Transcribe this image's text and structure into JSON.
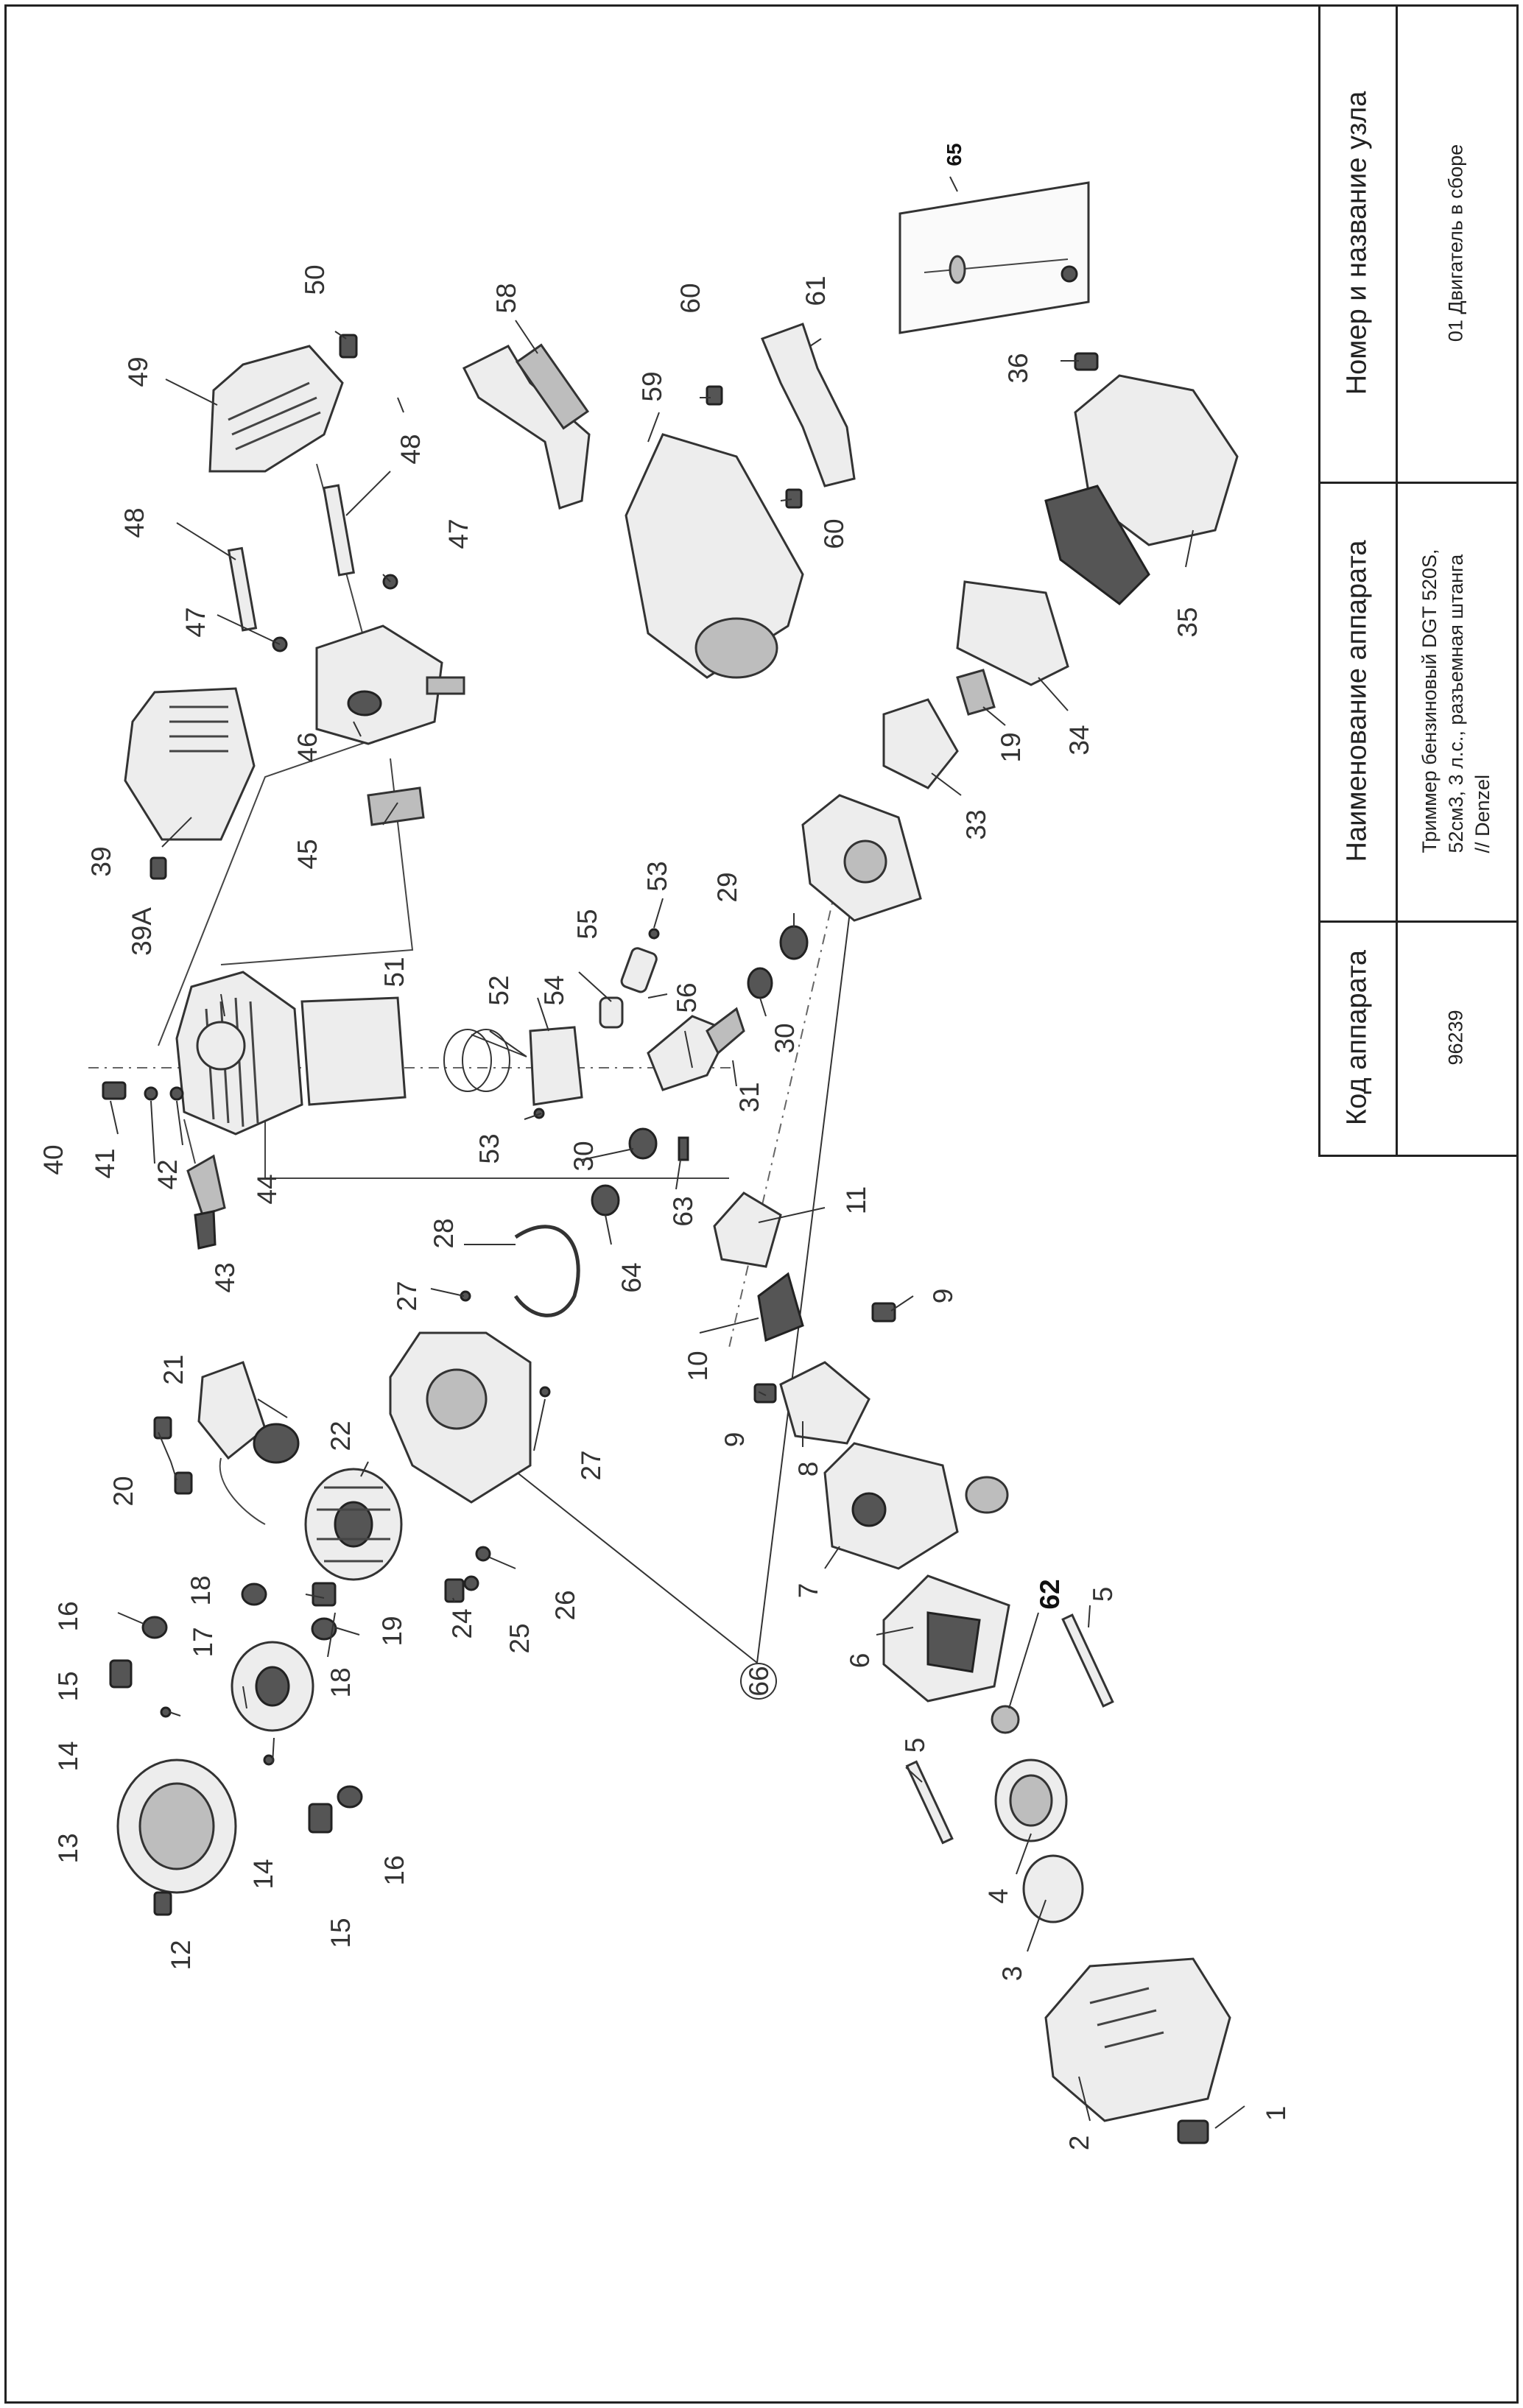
{
  "table": {
    "headers": {
      "code": "Код аппарата",
      "name": "Наименование аппарата",
      "unit": "Номер и название узла"
    },
    "values": {
      "code": "96239",
      "name_lines": [
        "Триммер бензиновый DGT 520S,",
        "52см3, 3 л.с., разъемная штанга",
        "// Denzel"
      ],
      "unit": "01 Двигатель в сборе"
    }
  },
  "callouts": [
    "1",
    "2",
    "3",
    "4",
    "5",
    "5",
    "6",
    "62",
    "7",
    "8",
    "9",
    "9",
    "10",
    "11",
    "12",
    "13",
    "14",
    "14",
    "15",
    "15",
    "16",
    "16",
    "17",
    "18",
    "18",
    "19",
    "19",
    "20",
    "21",
    "22",
    "24",
    "25",
    "26",
    "27",
    "27",
    "28",
    "29",
    "30",
    "30",
    "31",
    "33",
    "34",
    "35",
    "36",
    "39",
    "39A",
    "40",
    "41",
    "42",
    "43",
    "44",
    "45",
    "46",
    "47",
    "47",
    "48",
    "48",
    "49",
    "50",
    "51",
    "52",
    "53",
    "53",
    "54",
    "55",
    "56",
    "58",
    "59",
    "60",
    "60",
    "61",
    "63",
    "64",
    "65",
    "66"
  ],
  "palette": {
    "line": "#333333",
    "part_fill": "#ededed",
    "part_dark": "#555555"
  }
}
